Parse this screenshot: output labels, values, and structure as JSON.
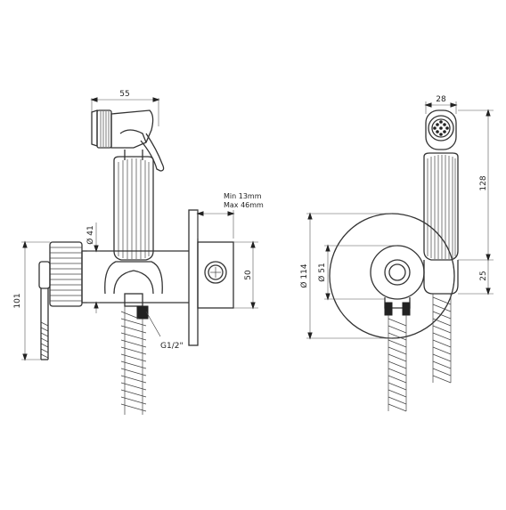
{
  "side_view": {
    "width_label": "55",
    "diameter_label": "Ø 41",
    "height_label": "101",
    "wall_min_label": "Min 13mm",
    "wall_max_label": "Max 46mm",
    "box_height_label": "50",
    "thread_label": "G1/2\""
  },
  "front_view": {
    "width_label": "28",
    "height_label": "128",
    "rosette_diameter_label": "Ø 114",
    "inner_diameter_label": "Ø 51",
    "offset_label": "25"
  },
  "colors": {
    "line": "#333333",
    "fill_dark": "#222222"
  }
}
